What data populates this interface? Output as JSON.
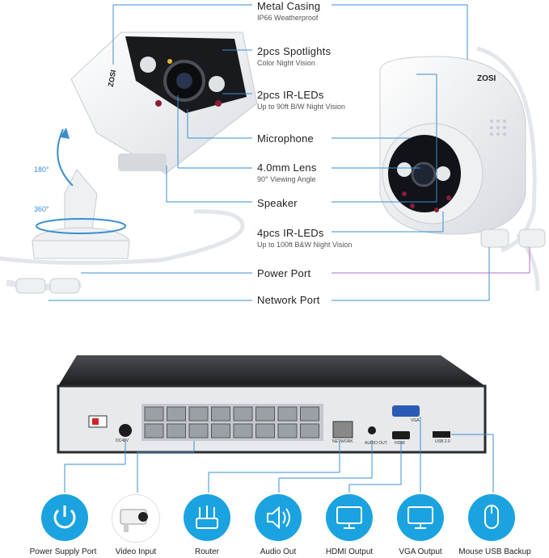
{
  "callouts": [
    {
      "title": "Metal Casing",
      "subtitle": "IP66 Weatherproof"
    },
    {
      "title": "2pcs Spotlights",
      "subtitle": "Color Night Vision"
    },
    {
      "title": "2pcs IR-LEDs",
      "subtitle": "Up to 90ft B/W Night Vision"
    },
    {
      "title": "Microphone",
      "subtitle": ""
    },
    {
      "title": "4.0mm Lens",
      "subtitle": "90° Viewing Angle"
    },
    {
      "title": "Speaker",
      "subtitle": ""
    },
    {
      "title": "4pcs IR-LEDs",
      "subtitle": "Up to 100ft B&W Night Vision"
    },
    {
      "title": "Power Port",
      "subtitle": ""
    },
    {
      "title": "Network Port",
      "subtitle": ""
    }
  ],
  "rotation": {
    "tilt": "180°",
    "pan": "360°"
  },
  "brand": "ZOSI",
  "nvr_labels": {
    "power": "DC48V",
    "network": "NETWORK",
    "audio": "AUDIO OUT",
    "hdmi": "HDMI",
    "vga": "VGA",
    "usb": "USB 2.0"
  },
  "ports": [
    {
      "label": "Power Supply Port",
      "icon": "power-icon"
    },
    {
      "label": "Video Input",
      "icon": "camera-icon"
    },
    {
      "label": "Router",
      "icon": "router-icon"
    },
    {
      "label": "Audio Out",
      "icon": "speaker-icon"
    },
    {
      "label": "HDMI Output",
      "icon": "monitor-icon"
    },
    {
      "label": "VGA Output",
      "icon": "monitor-icon"
    },
    {
      "label": "Mouse USB Backup",
      "icon": "mouse-icon"
    }
  ],
  "colors": {
    "accent": "#1aa3e0",
    "line_blue": "#3a8fd1",
    "line_purple": "#b06fd0"
  }
}
